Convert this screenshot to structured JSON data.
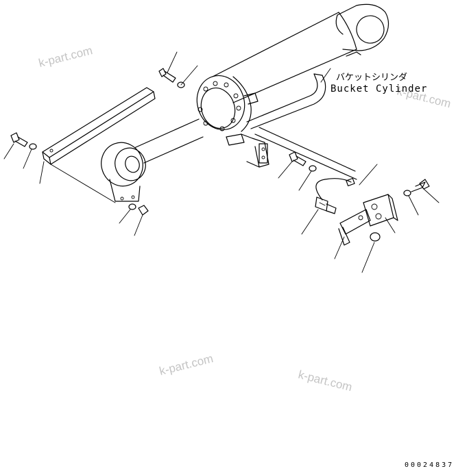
{
  "title_jp": "バケットシリンダ",
  "title_en": "Bucket Cylinder",
  "watermarks": [
    "k-part.com",
    "k-part.com",
    "k-part.com",
    "k-part.com"
  ],
  "drawing_code": "00024837"
}
